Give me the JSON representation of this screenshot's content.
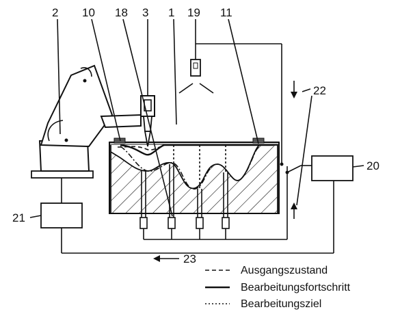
{
  "labels": {
    "l2": "2",
    "l10": "10",
    "l18": "18",
    "l3": "3",
    "l1": "1",
    "l19": "19",
    "l11": "11",
    "l22": "22",
    "l20": "20",
    "l21": "21",
    "l23": "23"
  },
  "legend": [
    {
      "style": "dashed",
      "text": "Ausgangszustand"
    },
    {
      "style": "solid",
      "text": "Bearbeitungsfortschritt"
    },
    {
      "style": "dashdot",
      "text": "Bearbeitungsziel"
    }
  ],
  "colors": {
    "ink": "#111111",
    "background": "#ffffff"
  }
}
